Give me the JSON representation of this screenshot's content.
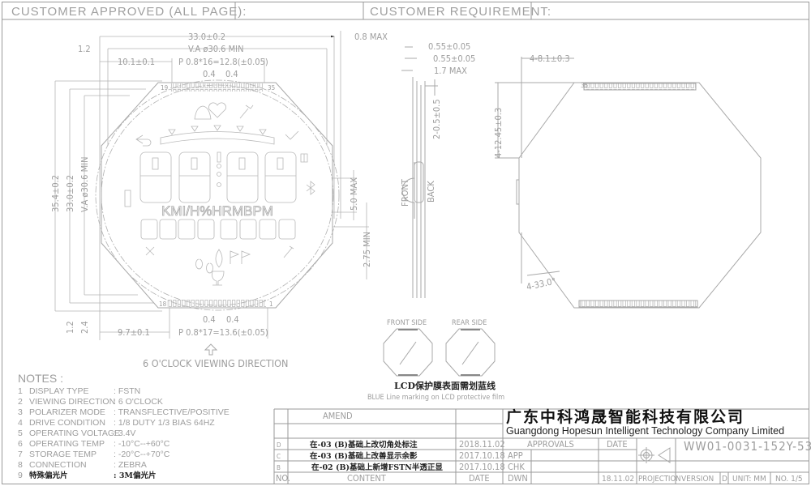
{
  "header": {
    "customer_approved": "CUSTOMER   APPROVED   (ALL   PAGE):",
    "customer_requirement": "CUSTOMER   REQUIREMENT:"
  },
  "front_view": {
    "overall_width": "33.0±0.2",
    "thickness": "0.8 MAX",
    "va_offset": "1.2",
    "va_width": "V.A ø30.6 MIN",
    "top_pin_offset": "10.1±0.1",
    "top_pitch": "P 0.8*16=12.8(±0.05)",
    "pin_width_a": "0.4",
    "pin_width_b": "0.4",
    "bottom_pin_offset": "9.7±0.1",
    "bottom_pitch": "P 0.8*17=13.6(±0.05)",
    "bottom_pin_width_a": "0.4",
    "bottom_pin_width_b": "0.4",
    "overall_height": "35.4±0.2",
    "glass_height": "33.0±0.2",
    "va_height": "V.A ø30.6 MIN",
    "bottom_offset_a": "1.2",
    "bottom_offset_b": "2.4",
    "tab_height": "5.0 MAX",
    "tab_gap": "2.75 MIN",
    "pin_top_start": "19",
    "pin_top_end": "35",
    "pin_bottom_start": "18",
    "pin_bottom_end": "1",
    "unit_text": "KMI/H%HRMBPM",
    "viewing_direction": "6  O'CLOCK  VIEWING  DIRECTION"
  },
  "side_view": {
    "front_glass": "0.55±0.05",
    "back_glass": "0.55±0.05",
    "total": "1.7 MAX",
    "step": "2-0.5±0.5",
    "front_label": "FRONT",
    "back_label": "BACK"
  },
  "back_view": {
    "chamfer_width": "4-8.1±0.3",
    "chamfer_height": "4-12.45±0.3",
    "chamfer_angle": "4-33.0°",
    "pin_label": "35"
  },
  "film": {
    "front_side": "FRONT SIDE",
    "rear_side": "REAR SIDE",
    "note_cn": "LCD保护膜表面需划蓝线",
    "note_en": "BLUE Line marking on LCD protective film"
  },
  "notes": {
    "title": "NOTES :",
    "items": [
      {
        "no": "1",
        "label": "DISPLAY TYPE",
        "value": ": FSTN"
      },
      {
        "no": "2",
        "label": "VIEWING DIRECTION",
        "value": ": 6   O'CLOCK"
      },
      {
        "no": "3",
        "label": "POLARIZER MODE",
        "value": ": TRANSFLECTIVE/POSITIVE"
      },
      {
        "no": "4",
        "label": "DRIVE CONDITION",
        "value": ": 1/8  DUTY  1/3 BIAS   64HZ"
      },
      {
        "no": "5",
        "label": "OPERATING VOLTAGE",
        "value": ": 3.4V"
      },
      {
        "no": "6",
        "label": "OPERATING TEMP",
        "value": ": -10°C--+60°C"
      },
      {
        "no": "7",
        "label": "STORAGE TEMP",
        "value": ": -20°C--+70°C"
      },
      {
        "no": "8",
        "label": "CONNECTION",
        "value": ": ZEBRA"
      },
      {
        "no": "9",
        "label": "特殊偏光片",
        "value": ": 3M偏光片"
      }
    ]
  },
  "title_block": {
    "amend_header": "AMEND",
    "revisions": [
      {
        "mark": "D",
        "content": "在-03 (B)基础上改切角处标注",
        "date": "2018.11.02"
      },
      {
        "mark": "C",
        "content": "在-03 (B)基础上改善显示余影",
        "date": "2017.10.18"
      },
      {
        "mark": "B",
        "content": "在-02 (B)基础上新增FSTN半透正显",
        "date": "2017.10.18"
      }
    ],
    "col_no": "NO.",
    "col_content": "CONTENT",
    "col_date": "DATE",
    "company_cn": "广东中科鸿晟智能科技有限公司",
    "company_en": "Guangdong Hopesun Intelligent Technology Company Limited",
    "approvals": "APPROVALS",
    "approvals_date": "DATE",
    "app": "APP",
    "chk": "CHK",
    "dwn": "DWN",
    "dwn_date": "18.11.02",
    "projection": "PROJECTION",
    "drawing_no": "WW01-0031-152Y-53",
    "version_label": "VERSION",
    "version": "D",
    "unit": "UNIT: MM",
    "sheet": "NO. 1/5"
  }
}
